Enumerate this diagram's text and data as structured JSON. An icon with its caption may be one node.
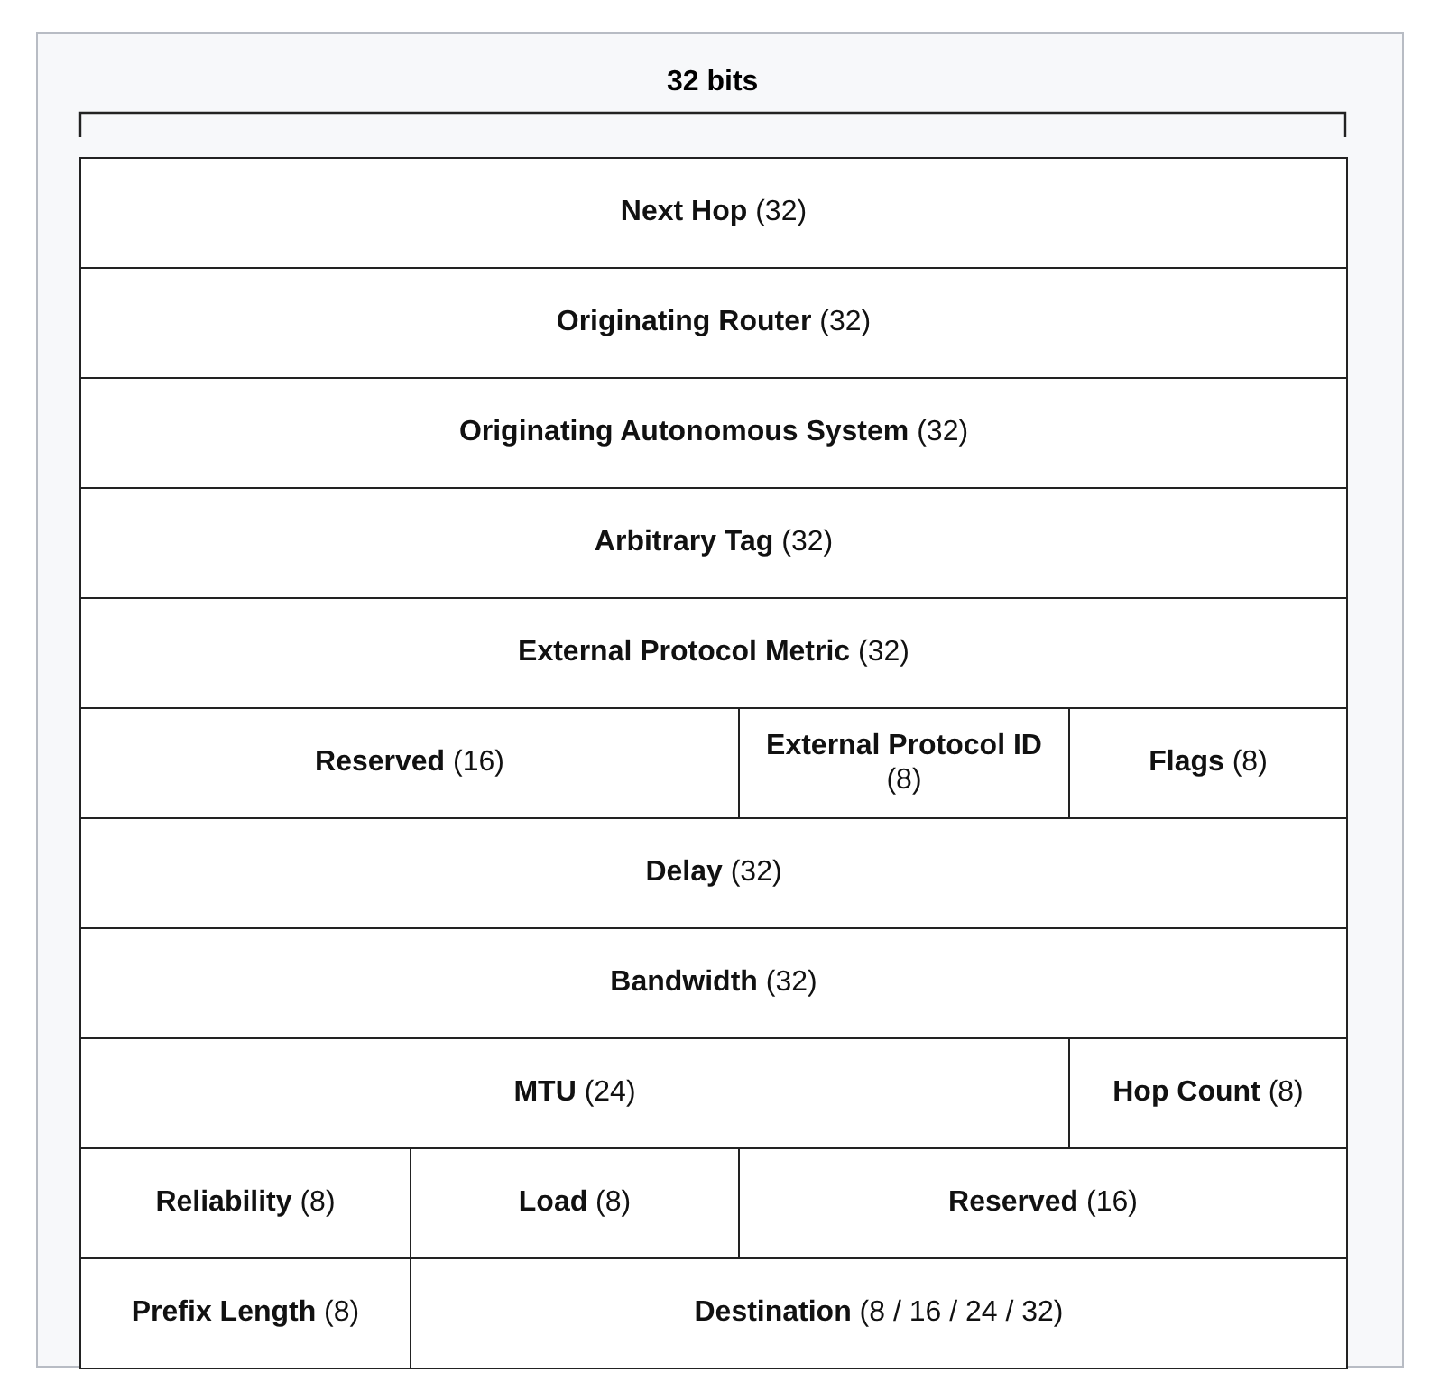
{
  "diagram": {
    "nodes": [
      {
        "text": [
          "**Next Hop** (32)"
        ]
      },
      {
        "text": [
          "**Originating Router** (32)"
        ]
      },
      {
        "text": [
          "**Originating Autonomous System** (32)"
        ]
      },
      {
        "text": [
          "**Arbitrary Tag** (32)"
        ]
      },
      {
        "text": [
          "**External Protocol Metric** (32)"
        ]
      },
      {
        "text": [
          "**Reserved** (16)"
        ]
      },
      {
        "text": [
          "**External Protocol ID** (8)"
        ]
      },
      {
        "text": [
          "**Flags** (8)"
        ]
      },
      {
        "text": [
          "**Delay** (32)"
        ]
      },
      {
        "text": [
          "**Bandwidth** (32)"
        ]
      },
      {
        "text": [
          "**MTU** (24)"
        ]
      },
      {
        "text": [
          "**Hop Count** (8)"
        ]
      },
      {
        "text": [
          "**Reliability** (8)"
        ]
      },
      {
        "text": [
          "**Load** (8)"
        ]
      },
      {
        "text": [
          "**Reserved** (16)"
        ]
      },
      {
        "text": [
          "**Prefix Length** (8)"
        ]
      },
      {
        "text": [
          "**Destination** (8 / 16 / 24 / 32)"
        ]
      }
    ],
    "labels": [
      "32 bits"
    ]
  }
}
